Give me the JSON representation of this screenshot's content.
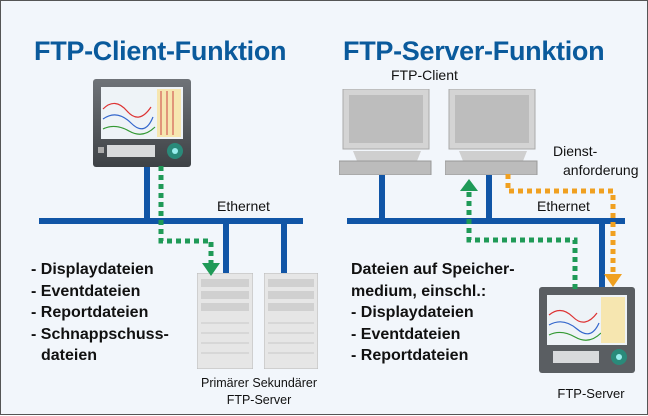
{
  "colors": {
    "title": "#0a5a9c",
    "network": "#1155a6",
    "client_arrow": "#1f9a57",
    "service_arrow": "#f0a020"
  },
  "client_section": {
    "title": "FTP-Client-Funktion",
    "network_label": "Ethernet",
    "files": [
      "- Displaydateien",
      "- Eventdateien",
      "- Reportdateien",
      "- Schnappschuss-",
      "  dateien"
    ],
    "server_labels": [
      "Primärer Sekundärer",
      "FTP-Server"
    ],
    "device_icon": "recorder-icon",
    "server_icon": "tower-server-icon"
  },
  "server_section": {
    "title": "FTP-Server-Funktion",
    "client_label": "FTP-Client",
    "request_label": [
      "Dienst-",
      "anforderung"
    ],
    "network_label": "Ethernet",
    "storage_text": [
      "Dateien auf Speicher-",
      "medium, einschl.:"
    ],
    "files": [
      "- Displaydateien",
      "- Eventdateien",
      "- Reportdateien"
    ],
    "server_label": "FTP-Server",
    "computer_icon": "desktop-computer-icon",
    "device_icon": "recorder-icon"
  }
}
